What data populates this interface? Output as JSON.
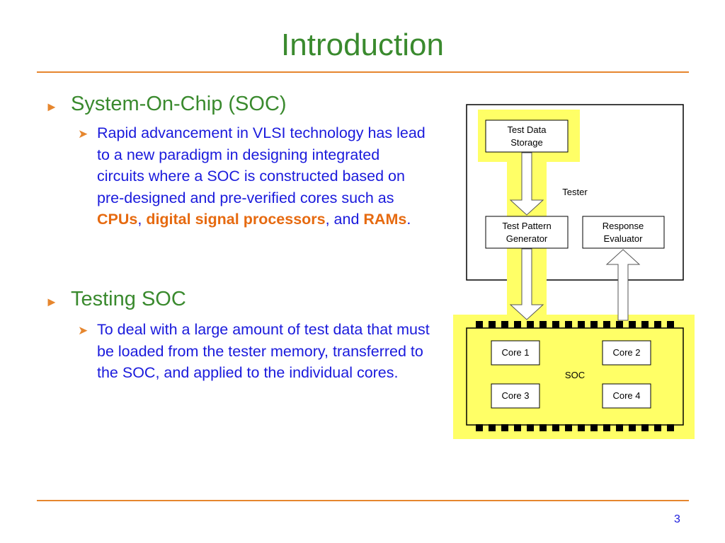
{
  "slide": {
    "title": "Introduction",
    "page_number": "3"
  },
  "bullets": [
    {
      "heading": "System-On-Chip (SOC)",
      "sub": {
        "t1": "Rapid advancement in VLSI technology has lead to a new paradigm in designing integrated circuits where a SOC is constructed based on pre-designed and pre-verified cores such as ",
        "h1": "CPUs",
        "t2": ", ",
        "h2": "digital signal processors",
        "t3": ", and ",
        "h3": "RAMs",
        "t4": "."
      }
    },
    {
      "heading": "Testing SOC",
      "sub": {
        "t1": "To deal with a large amount of test data that must be loaded from the tester memory, transferred to the SOC, and applied to the individual cores."
      }
    }
  ],
  "diagram": {
    "tester_label": "Tester",
    "storage_line1": "Test Data",
    "storage_line2": "Storage",
    "generator_line1": "Test Pattern",
    "generator_line2": "Generator",
    "evaluator_line1": "Response",
    "evaluator_line2": "Evaluator",
    "soc_label": "SOC",
    "cores": [
      "Core 1",
      "Core 2",
      "Core 3",
      "Core 4"
    ],
    "highlight_color": "#ffff66"
  },
  "colors": {
    "title": "#3a8a2e",
    "accent": "#e6862e",
    "body_text": "#1a1adc",
    "highlight_text": "#e66a10"
  }
}
